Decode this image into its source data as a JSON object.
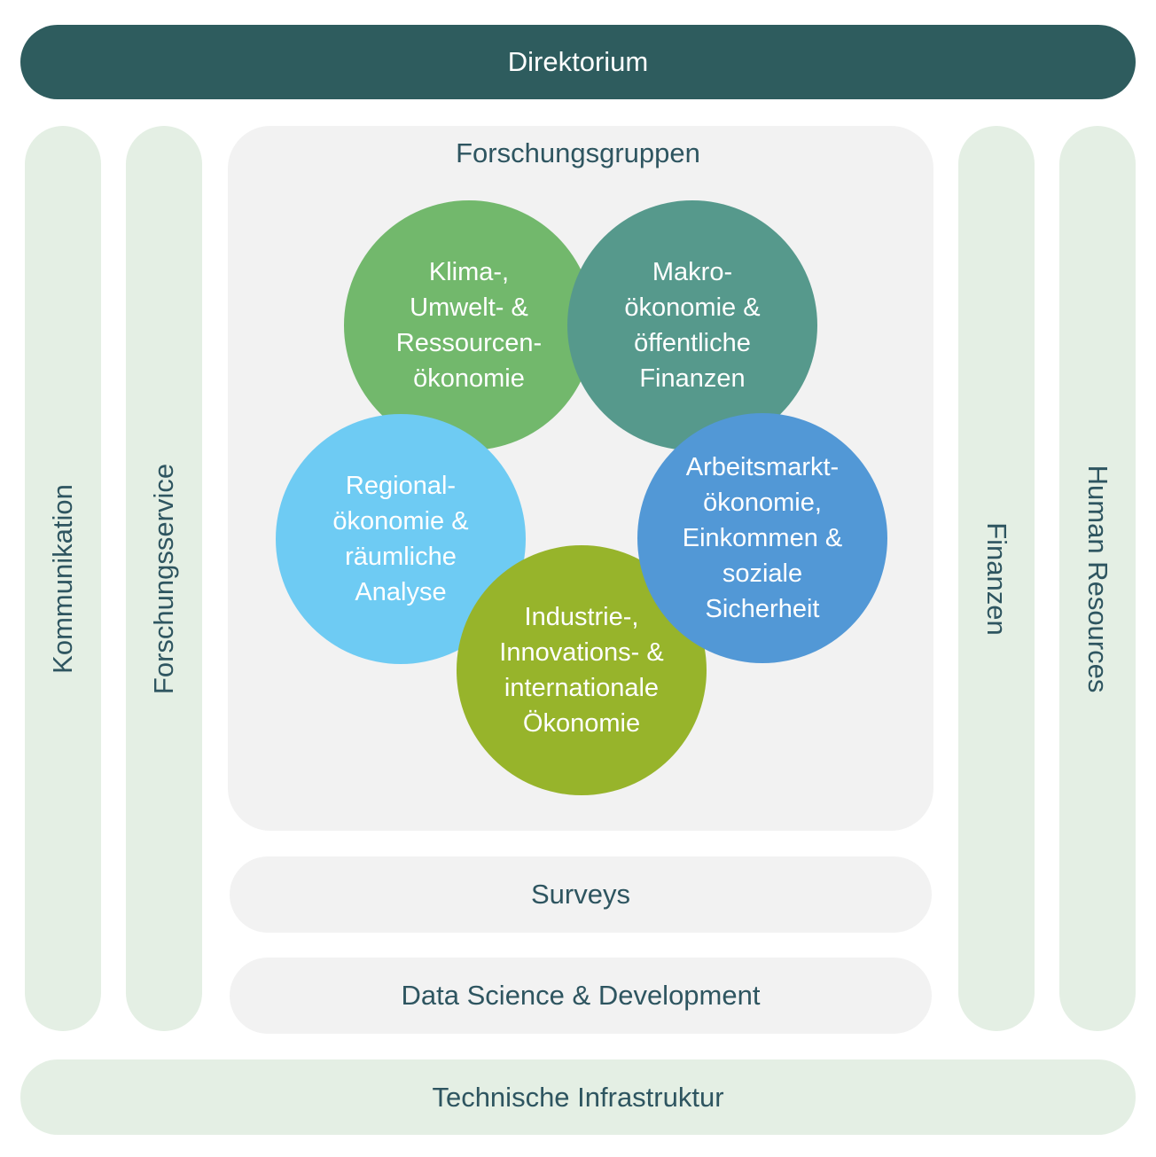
{
  "top": {
    "label": "Direktorium"
  },
  "bottom": {
    "label": "Technische Infrastruktur"
  },
  "columns": [
    {
      "label": "Kommunikation"
    },
    {
      "label": "Forschungsservice"
    },
    {
      "label": "Finanzen"
    },
    {
      "label": "Human Resources"
    }
  ],
  "panel": {
    "title": "Forschungsgruppen"
  },
  "groups": [
    {
      "label": "Klima-,\nUmwelt- &\nRessourcen-\nökonomie",
      "color": "#72b86c"
    },
    {
      "label": "Makro-\nökonomie &\nöffentliche\nFinanzen",
      "color": "#56998c"
    },
    {
      "label": "Arbeitsmarkt-\nökonomie,\nEinkommen &\nsoziale\nSicherheit",
      "color": "#5298d6"
    },
    {
      "label": "Regional-\nökonomie &\nräumliche\nAnalyse",
      "color": "#6ecbf3"
    },
    {
      "label": "Industrie-,\nInnovations- &\ninternationale\nÖkonomie",
      "color": "#97b42b"
    }
  ],
  "pills": [
    {
      "label": "Surveys"
    },
    {
      "label": "Data Science & Development"
    }
  ]
}
